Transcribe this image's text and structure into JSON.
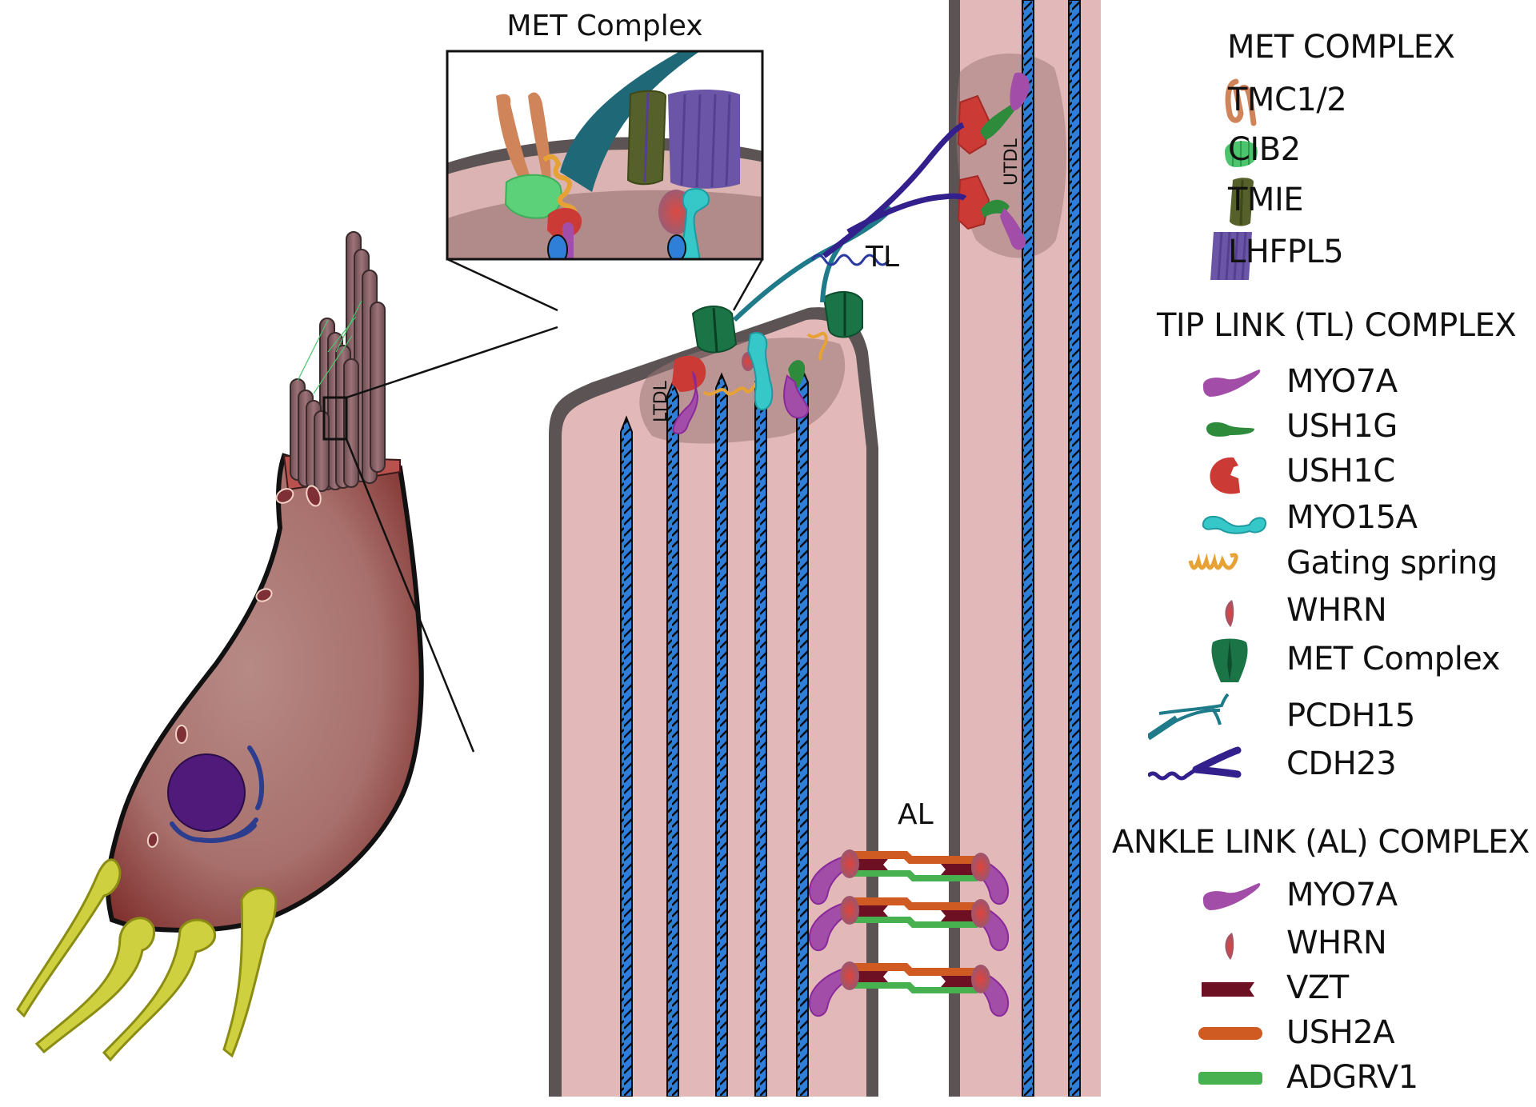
{
  "figure": {
    "inset_title": "MET Complex",
    "tip_link_label": "TL",
    "ankle_link_label": "AL",
    "lower_density_label": "LTDL",
    "upper_density_label": "UTDL"
  },
  "legend": {
    "sections": [
      {
        "title": "MET COMPLEX",
        "items": [
          {
            "label": "TMC1/2",
            "icon": "tmc-helix-icon",
            "color": "#d0845a"
          },
          {
            "label": "CIB2",
            "icon": "cib2-icon",
            "color": "#4cc46e"
          },
          {
            "label": "TMIE",
            "icon": "tmie-icon",
            "color": "#55602a"
          },
          {
            "label": "LHFPL5",
            "icon": "lhfpl5-icon",
            "color": "#6a55a6"
          }
        ]
      },
      {
        "title": "TIP LINK (TL) COMPLEX",
        "items": [
          {
            "label": "MYO7A",
            "icon": "myo7a-icon",
            "color": "#a24da8"
          },
          {
            "label": "USH1G",
            "icon": "ush1g-icon",
            "color": "#2e8b3c"
          },
          {
            "label": "USH1C",
            "icon": "ush1c-icon",
            "color": "#cc3a36"
          },
          {
            "label": "MYO15A",
            "icon": "myo15a-icon",
            "color": "#36c7c9"
          },
          {
            "label": "Gating spring",
            "icon": "gating-spring-icon",
            "color": "#e7a236"
          },
          {
            "label": "WHRN",
            "icon": "whrn-icon",
            "color": "#a8556a"
          },
          {
            "label": "MET Complex",
            "icon": "met-complex-icon",
            "color": "#1a7446"
          },
          {
            "label": "PCDH15",
            "icon": "pcdh15-icon",
            "color": "#1f7a8a"
          },
          {
            "label": "CDH23",
            "icon": "cdh23-icon",
            "color": "#34208c"
          }
        ]
      },
      {
        "title": "ANKLE LINK (AL) COMPLEX",
        "items": [
          {
            "label": "MYO7A",
            "icon": "myo7a-icon",
            "color": "#a24da8"
          },
          {
            "label": "WHRN",
            "icon": "whrn-icon",
            "color": "#a8556a"
          },
          {
            "label": "VZT",
            "icon": "vzt-icon",
            "color": "#6e1024"
          },
          {
            "label": "USH2A",
            "icon": "ush2a-icon",
            "color": "#cf5a22"
          },
          {
            "label": "ADGRV1",
            "icon": "adgrv1-icon",
            "color": "#47b04f"
          }
        ]
      }
    ]
  }
}
